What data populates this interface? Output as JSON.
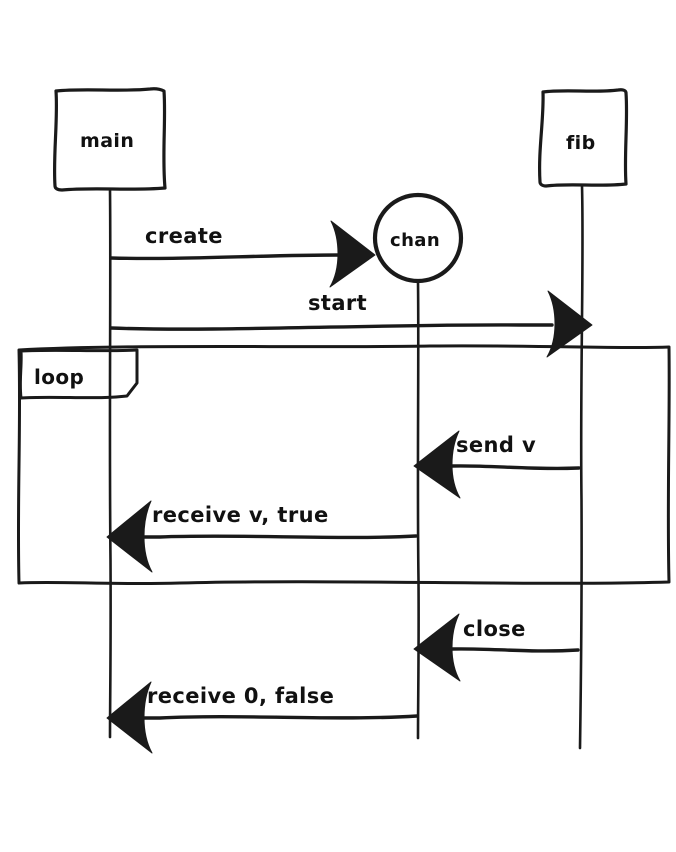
{
  "diagram": {
    "type": "sequence-diagram",
    "style": "hand-drawn-sketch",
    "background_color": "#ffffff",
    "ink_color": "#1a1a1a",
    "participants": [
      {
        "id": "main",
        "label": "main",
        "shape": "rectangle"
      },
      {
        "id": "chan",
        "label": "chan",
        "shape": "circle"
      },
      {
        "id": "fib",
        "label": "fib",
        "shape": "rectangle"
      }
    ],
    "frames": [
      {
        "id": "loop",
        "label": "loop",
        "kind": "loop"
      }
    ],
    "messages": [
      {
        "index": 0,
        "label": "create",
        "from": "main",
        "to": "chan",
        "direction": "right"
      },
      {
        "index": 1,
        "label": "start",
        "from": "main",
        "to": "fib",
        "direction": "right"
      },
      {
        "index": 2,
        "label": "send v",
        "from": "fib",
        "to": "chan",
        "direction": "left"
      },
      {
        "index": 3,
        "label": "receive v, true",
        "from": "chan",
        "to": "main",
        "direction": "left"
      },
      {
        "index": 4,
        "label": "close",
        "from": "fib",
        "to": "chan",
        "direction": "left"
      },
      {
        "index": 5,
        "label": "receive 0, false",
        "from": "chan",
        "to": "main",
        "direction": "left"
      }
    ]
  }
}
